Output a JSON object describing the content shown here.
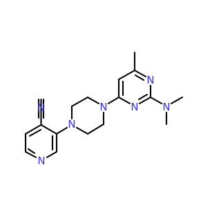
{
  "molecule": {
    "atoms": {
      "nitrile_n": "N",
      "nitrile_c": "C",
      "pyridine_n": "N",
      "piperazine_n1": "N",
      "piperazine_n4": "N",
      "pyrimidine_n1": "N",
      "pyrimidine_n3": "N",
      "dimethylamino_n": "N"
    }
  },
  "colors": {
    "nitrogen": "#3333cc",
    "carbon": "#000000",
    "background": "#ffffff"
  }
}
